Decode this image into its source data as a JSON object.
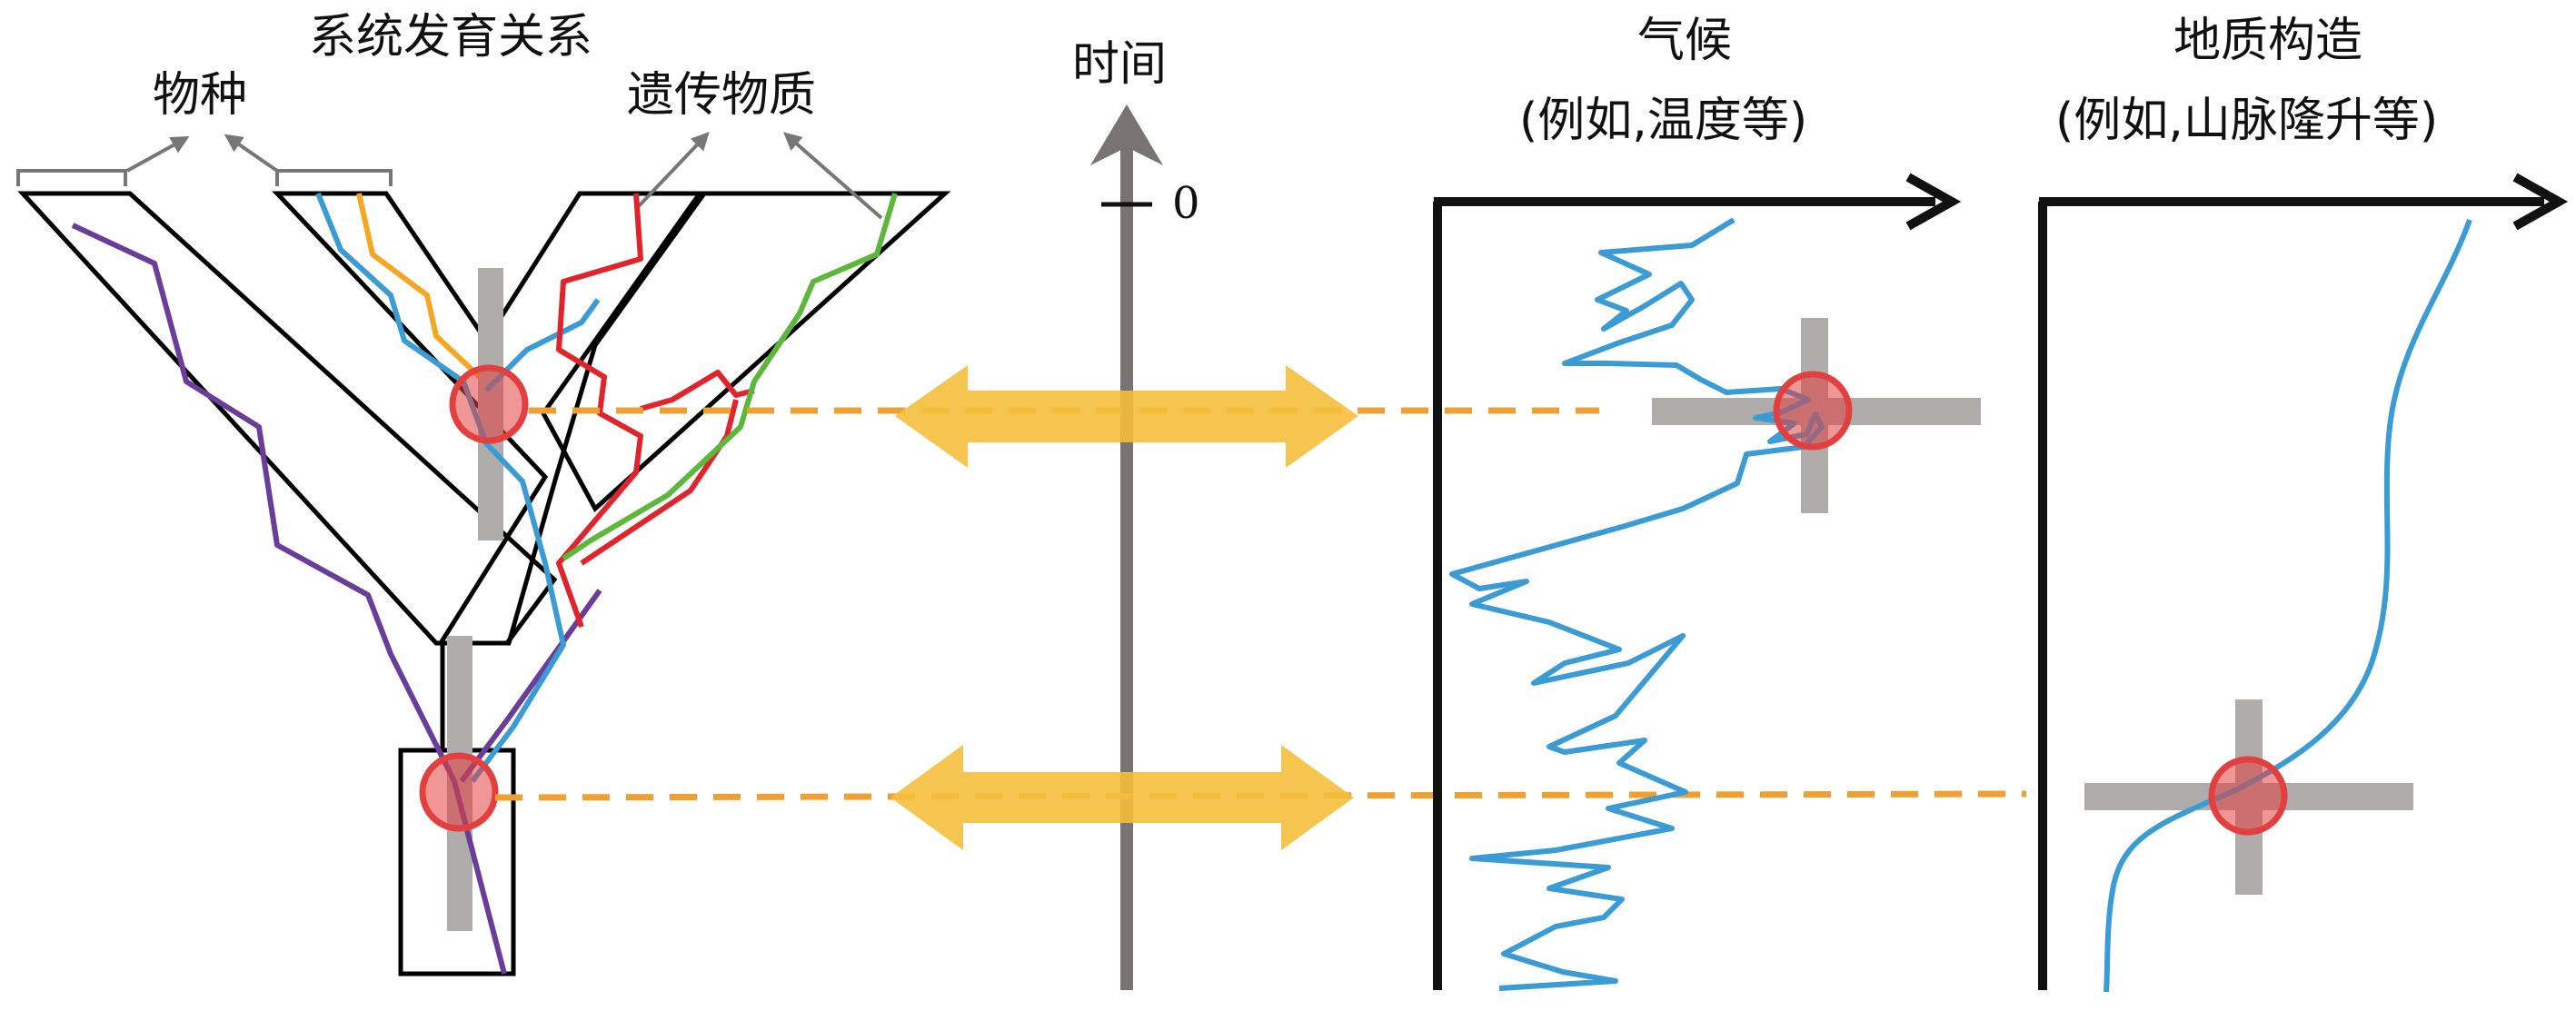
{
  "labels": {
    "phylogeny_title": "系统发育关系",
    "species": "物种",
    "genetic_material": "遗传物质",
    "time": "时间",
    "time_zero": "0",
    "climate_title": "气候",
    "climate_example": "(例如,温度等)",
    "geology_title": "地质构造",
    "geology_example": "(例如,山脉隆升等)"
  },
  "colors": {
    "outline": "#000000",
    "purple_lineage": "#6a3d9a",
    "blue_lineage": "#3a9bd5",
    "orange_lineage": "#f5a623",
    "red_lineage": "#e0242b",
    "green_lineage": "#5cb83a",
    "event_marker": "#e2403f",
    "crosshair": "#b0acac",
    "link_arrow": "#f5bf3c",
    "dashed_link": "#f0a030",
    "time_axis": "#7a7373",
    "climate_curve": "#3a9bd5",
    "geology_curve": "#3a9bd5"
  }
}
